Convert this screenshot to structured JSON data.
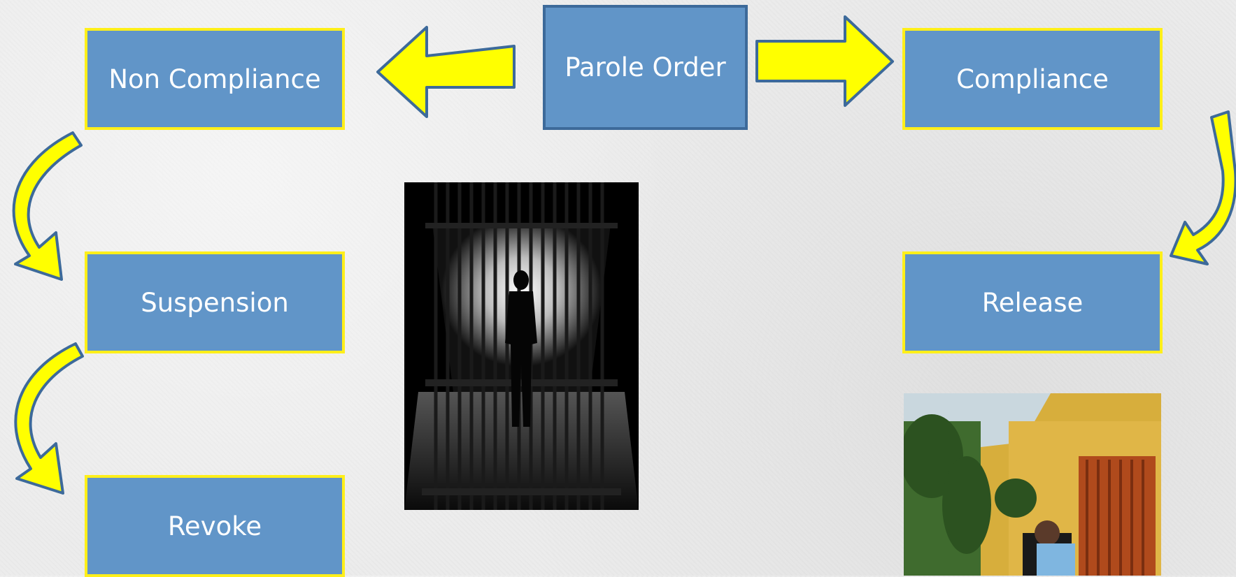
{
  "diagram": {
    "nodes": {
      "parole_order": "Parole Order",
      "non_compliance": "Non Compliance",
      "compliance": "Compliance",
      "suspension": "Suspension",
      "release": "Release",
      "revoke": "Revoke"
    },
    "colors": {
      "box_fill": "#6195c8",
      "box_border_yellow": "#ffef1a",
      "box_border_blue": "#3d6a9a",
      "arrow_fill": "#ffff00",
      "arrow_stroke": "#3d6a9a"
    }
  },
  "images": {
    "left_photo": "prison-bars-silhouette",
    "right_photo": "prison-gate-release"
  }
}
